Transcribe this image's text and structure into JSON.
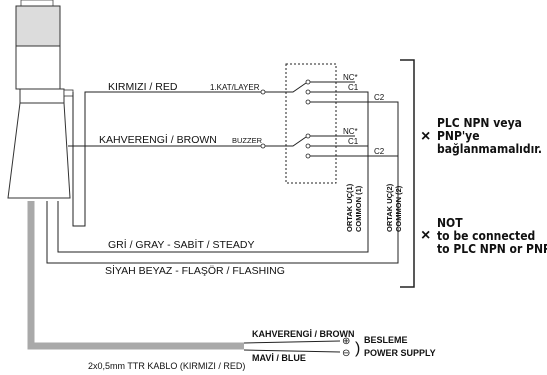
{
  "wires": {
    "red": "KIRMIZI / RED",
    "red_tag": "1.KAT/LAYER",
    "brown": "KAHVERENGİ / BROWN",
    "brown_tag": "BUZZER",
    "gray": "GRİ / GRAY  -  SABİT / STEADY",
    "black_white": "SİYAH BEYAZ  -  FLAŞÖR / FLASHING"
  },
  "relay": {
    "nc": "NC*",
    "c1": "C1",
    "c2": "C2"
  },
  "common": {
    "label_1_tr": "ORTAK UÇ(1)",
    "label_1_en": "COMMON (1)",
    "label_2_tr": "ORTAK UÇ(2)",
    "label_2_en": "COMMON (2)"
  },
  "warning": {
    "mark": "×",
    "tr_line1": "PLC NPN veya",
    "tr_line2": "PNP'ye",
    "tr_line3": "bağlanmamalıdır.",
    "en_line1": "NOT",
    "en_line2": "to be connected",
    "en_line3": "to PLC NPN or PNP"
  },
  "supply": {
    "brown": "KAHVERENGİ / BROWN",
    "blue": "MAVİ / BLUE",
    "plus": "⊕",
    "minus": "⊖",
    "label_tr": "BESLEME",
    "label_en": "POWER SUPPLY"
  },
  "cable": {
    "label": "2x0,5mm TTR KABLO (KIRMIZI / RED)"
  },
  "colors": {
    "cable": "#a9a9a9",
    "line": "#222222"
  }
}
